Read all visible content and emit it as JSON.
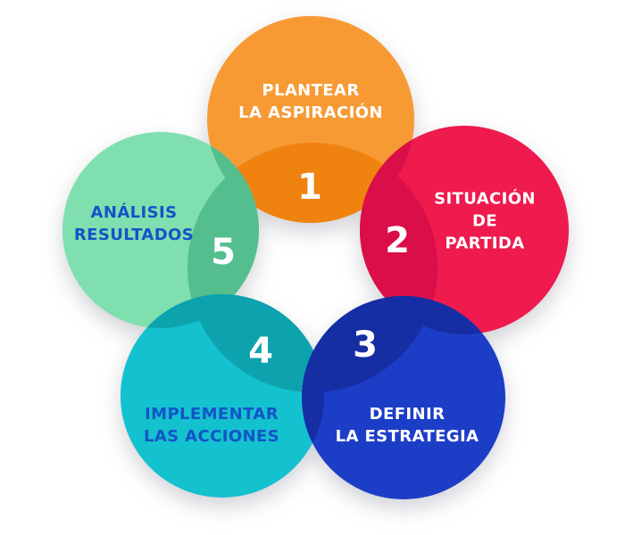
{
  "diagram": {
    "background_color": "#FFFFFF",
    "steps": [
      {
        "number": "1",
        "label_lines": [
          "PLANTEAR",
          "LA ASPIRACIÓN"
        ],
        "circle_color": "#F79A34",
        "circle_color_dark": "#F0820F",
        "label_color": "#FFFFFF"
      },
      {
        "number": "2",
        "label_lines": [
          "SITUACIÓN",
          "DE",
          "PARTIDA"
        ],
        "circle_color": "#EF1A4D",
        "circle_color_dark": "#DA0E49",
        "label_color": "#FFFFFF"
      },
      {
        "number": "3",
        "label_lines": [
          "DEFINIR",
          "LA ESTRATEGIA"
        ],
        "circle_color": "#1C3EC7",
        "circle_color_dark": "#152EA3",
        "label_color": "#FFFFFF"
      },
      {
        "number": "4",
        "label_lines": [
          "IMPLEMENTAR",
          "LAS ACCIONES"
        ],
        "circle_color": "#14C1CE",
        "circle_color_dark": "#0DA3AE",
        "label_color": "#1254C8"
      },
      {
        "number": "5",
        "label_lines": [
          "ANÁLISIS",
          "RESULTADOS"
        ],
        "circle_color": "#7FDFAE",
        "circle_color_dark": "#55BE8F",
        "label_color": "#1254C8"
      }
    ]
  }
}
